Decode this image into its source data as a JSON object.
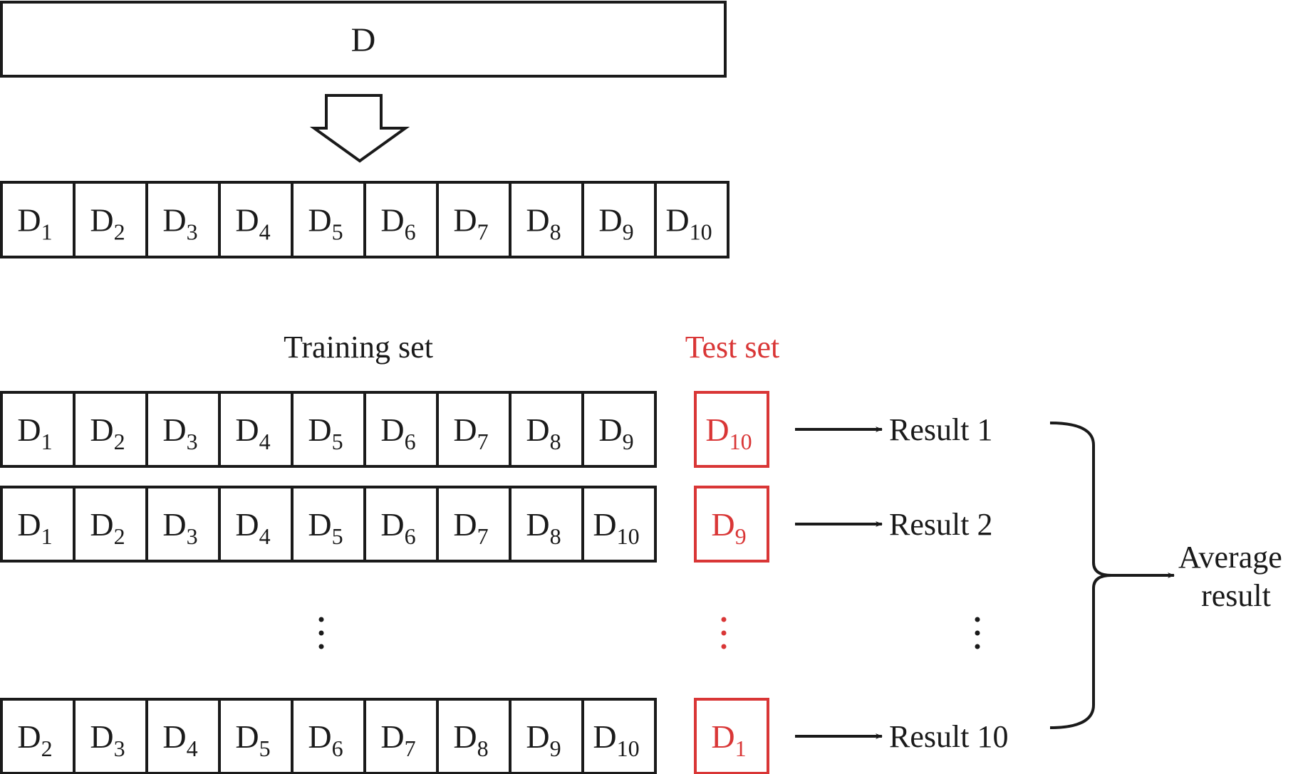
{
  "title": "10-fold cross-validation",
  "dataset": {
    "label": "D"
  },
  "partition": {
    "cells": [
      {
        "base": "D",
        "sub": "1"
      },
      {
        "base": "D",
        "sub": "2"
      },
      {
        "base": "D",
        "sub": "3"
      },
      {
        "base": "D",
        "sub": "4"
      },
      {
        "base": "D",
        "sub": "5"
      },
      {
        "base": "D",
        "sub": "6"
      },
      {
        "base": "D",
        "sub": "7"
      },
      {
        "base": "D",
        "sub": "8"
      },
      {
        "base": "D",
        "sub": "9"
      },
      {
        "base": "D",
        "sub": "10"
      }
    ]
  },
  "headers": {
    "training": "Training set",
    "test": "Test set"
  },
  "folds": [
    {
      "training": [
        "1",
        "2",
        "3",
        "4",
        "5",
        "6",
        "7",
        "8",
        "9"
      ],
      "test": "10",
      "result": "Result 1"
    },
    {
      "training": [
        "1",
        "2",
        "3",
        "4",
        "5",
        "6",
        "7",
        "8",
        "10"
      ],
      "test": "9",
      "result": "Result 2"
    },
    {
      "training": [
        "2",
        "3",
        "4",
        "5",
        "6",
        "7",
        "8",
        "9",
        "10"
      ],
      "test": "1",
      "result": "Result 10"
    }
  ],
  "ellipsis": "⋮",
  "average": {
    "line1": "Average",
    "line2": "result"
  },
  "colors": {
    "ink": "#1a1a1a",
    "test": "#d93636"
  }
}
